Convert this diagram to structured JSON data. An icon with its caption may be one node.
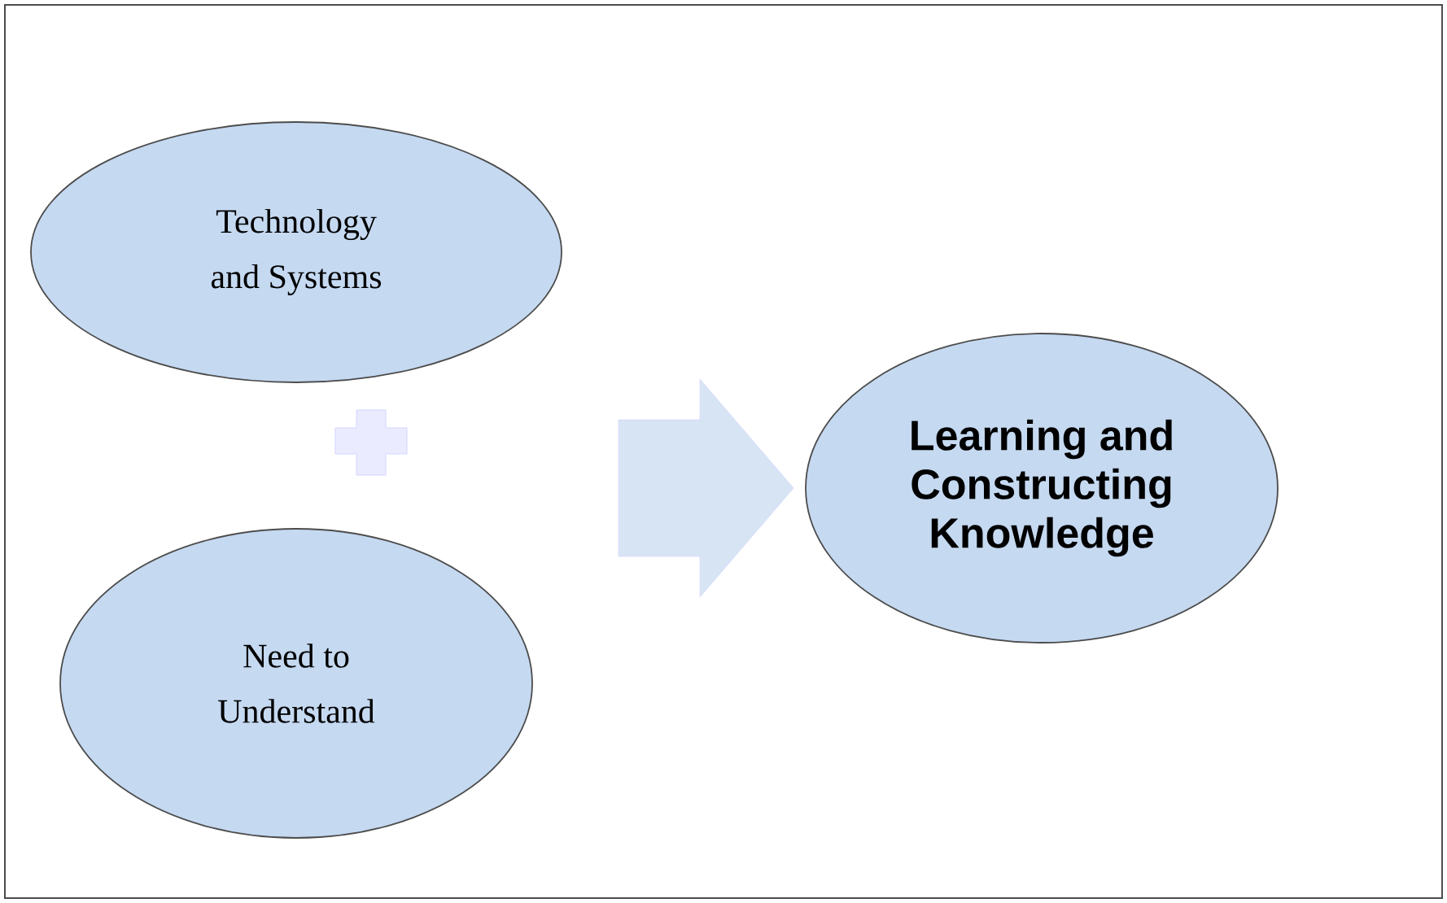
{
  "diagram": {
    "nodes": [
      {
        "text": [
          "Technology and Systems"
        ]
      },
      {
        "text": [
          "Need to Understand"
        ]
      },
      {
        "text": [
          "Learning and Constructing Knowledge"
        ]
      }
    ],
    "edges": [
      {
        "from": null,
        "to": 2,
        "arrow": "to"
      }
    ]
  }
}
